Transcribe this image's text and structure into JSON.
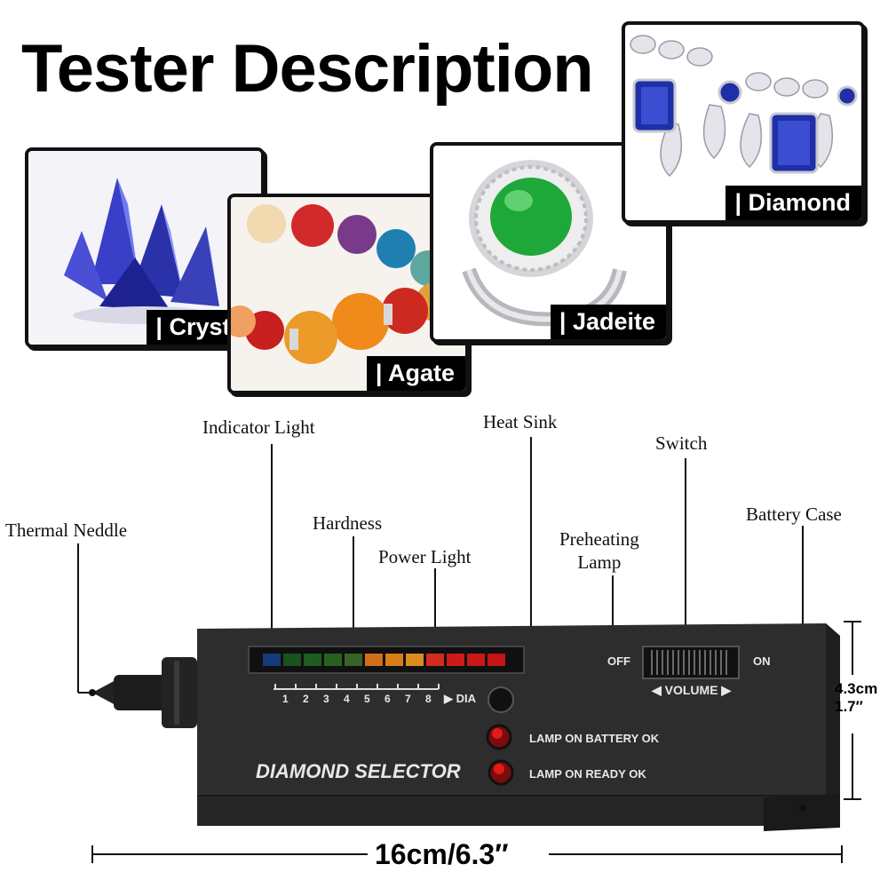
{
  "title": "Tester Description",
  "gems": {
    "crystal": "| Crystal",
    "agate": "| Agate",
    "jadeite": "| Jadeite",
    "diamond": "| Diamond"
  },
  "callouts": {
    "indicator_light": "Indicator Light",
    "heat_sink": "Heat Sink",
    "switch": "Switch",
    "thermal_needle": "Thermal Neddle",
    "hardness": "Hardness",
    "power_light": "Power Light",
    "preheating_lamp_line1": "Preheating",
    "preheating_lamp_line2": "Lamp",
    "battery_case": "Battery Case"
  },
  "device": {
    "scale_numbers": [
      "1",
      "2",
      "3",
      "4",
      "5",
      "6",
      "7",
      "8"
    ],
    "dia_label": "▶ DIA",
    "off_label": "OFF",
    "on_label": "ON",
    "volume_label": "◀ VOLUME ▶",
    "lamp_battery": "LAMP ON BATTERY OK",
    "lamp_ready": "LAMP ON READY OK",
    "brand": "DIAMOND SELECTOR"
  },
  "dimensions": {
    "length": "16cm/6.3″",
    "height_cm": "4.3cm",
    "height_in": "1.7″"
  },
  "colors": {
    "body": "#2d2d2d",
    "ink": "#111111",
    "led_red": "#e21a1a",
    "jade_green": "#1fa83a",
    "sapphire": "#1f2fa8"
  }
}
